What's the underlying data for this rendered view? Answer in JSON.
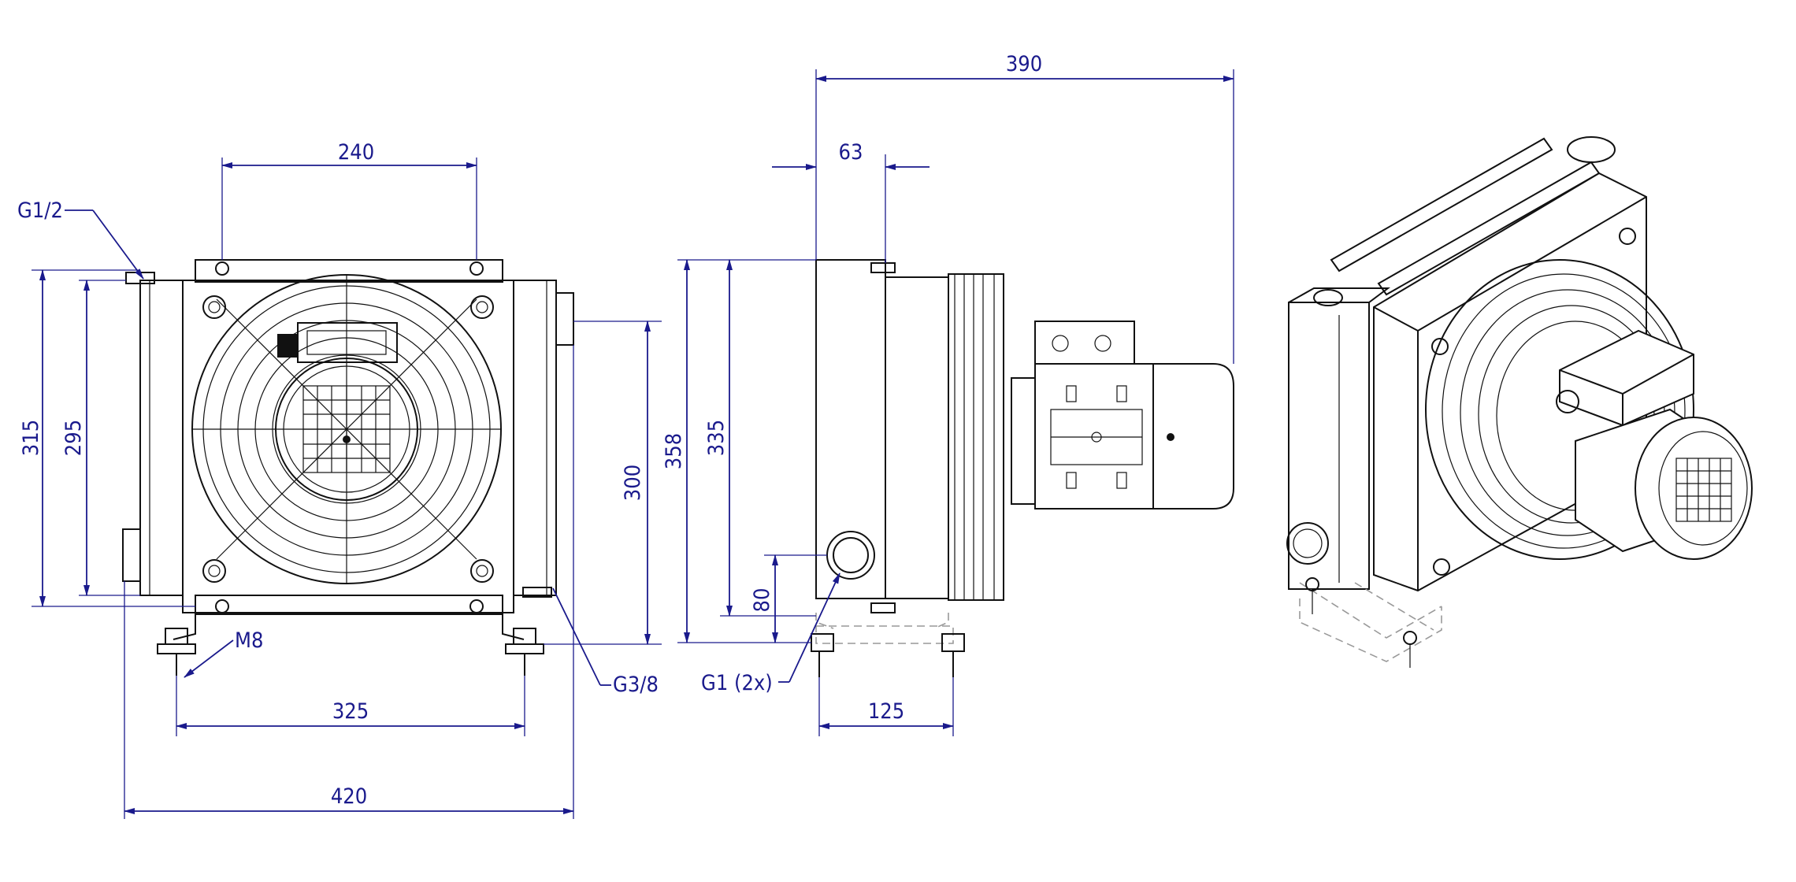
{
  "dimensions": {
    "front_top_width": "240",
    "front_height_outer": "315",
    "front_height_inner": "295",
    "front_port_height": "300",
    "front_foot_spacing": "325",
    "front_total_width": "420",
    "side_depth_total": "390",
    "side_offset": "63",
    "side_height_outer": "358",
    "side_height_inner": "335",
    "side_port_height": "80",
    "side_foot_spacing": "125"
  },
  "callouts": {
    "inlet_thread": "G1/2",
    "drain_thread": "G3/8",
    "mount_bolt": "M8",
    "main_ports": "G1 (2x)"
  },
  "colors": {
    "dimension": "#1a1a8c",
    "outline": "#111111",
    "ghost": "#999999"
  }
}
